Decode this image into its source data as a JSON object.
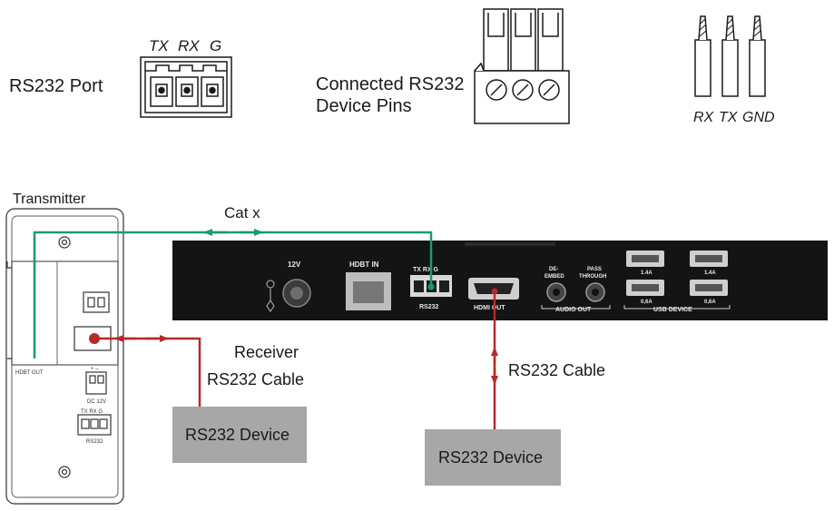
{
  "top": {
    "rs232_port_label": "RS232 Port",
    "port_pin_labels": [
      "TX",
      "RX",
      "G"
    ],
    "connected_line1": "Connected RS232",
    "connected_line2": "Device Pins",
    "wire_labels": [
      "RX",
      "TX",
      "GND"
    ]
  },
  "transmitter": {
    "title": "Transmitter",
    "hdbt_out": "HDBT OUT",
    "dc_label": "DC  12V",
    "plus_minus": "+   –",
    "pins_label": "TX  RX  G",
    "rs232_label": "RS232"
  },
  "cable": {
    "cat_label": "Cat x"
  },
  "receiver_panel": {
    "power_label": "12V",
    "hdbt_in": "HDBT IN",
    "rs232_pins": "TX RX  G",
    "rs232_label": "RS232",
    "hdmi_out": "HDMI OUT",
    "de_embed_line1": "DE-",
    "de_embed_line2": "EMBED",
    "pass_line1": "PASS",
    "pass_line2": "THROUGH",
    "audio_out": "AUDIO OUT",
    "usb_device": "USB DEVICE",
    "usb_top_left": "1.4A",
    "usb_top_right": "1.4A",
    "usb_bottom_left": "0,6A",
    "usb_bottom_right": "0,6A"
  },
  "left_side": {
    "receiver_line1": "Receiver",
    "receiver_line2": "RS232 Cable",
    "device_label": "RS232 Device"
  },
  "right_side": {
    "cable_label": "RS232 Cable",
    "device_label": "RS232 Device"
  },
  "colors": {
    "cat_cable": "#1a9a6e",
    "rs232_cable": "#b52a2a",
    "device_box": "#a7a7a7",
    "panel": "#141414"
  }
}
